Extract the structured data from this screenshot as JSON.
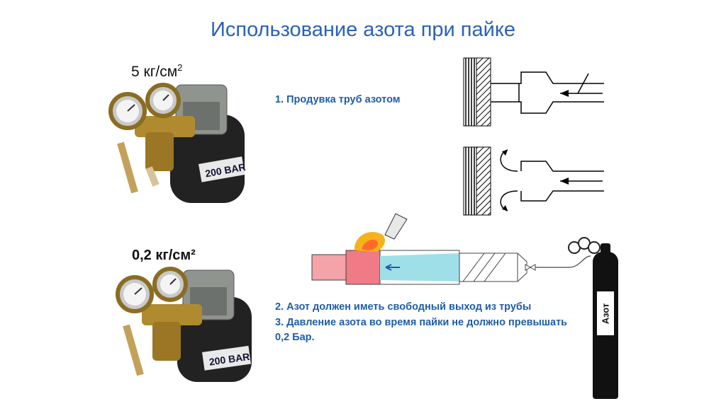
{
  "title": "Использование азота при пайке",
  "pressure_high": {
    "value": "5 кг/см",
    "exponent": "2"
  },
  "pressure_low": "0,2 кг/см²",
  "steps": {
    "step1": "1. Продувка труб азотом",
    "step2": "2. Азот должен иметь свободный выход из трубы",
    "step3": "3. Давление азота во время пайки не должно превышать 0,2 Бар."
  },
  "cylinder_label": "Азот",
  "regulator_badge": "200 BAR",
  "colors": {
    "title": "#2a62b8",
    "step_text": "#1f5da8",
    "pipe_hot": "#f4a3a8",
    "nitrogen_flow": "#9fe0e8",
    "flame": "#f6b21a",
    "brass": "#b08a2e",
    "cylinder": "#111111"
  }
}
